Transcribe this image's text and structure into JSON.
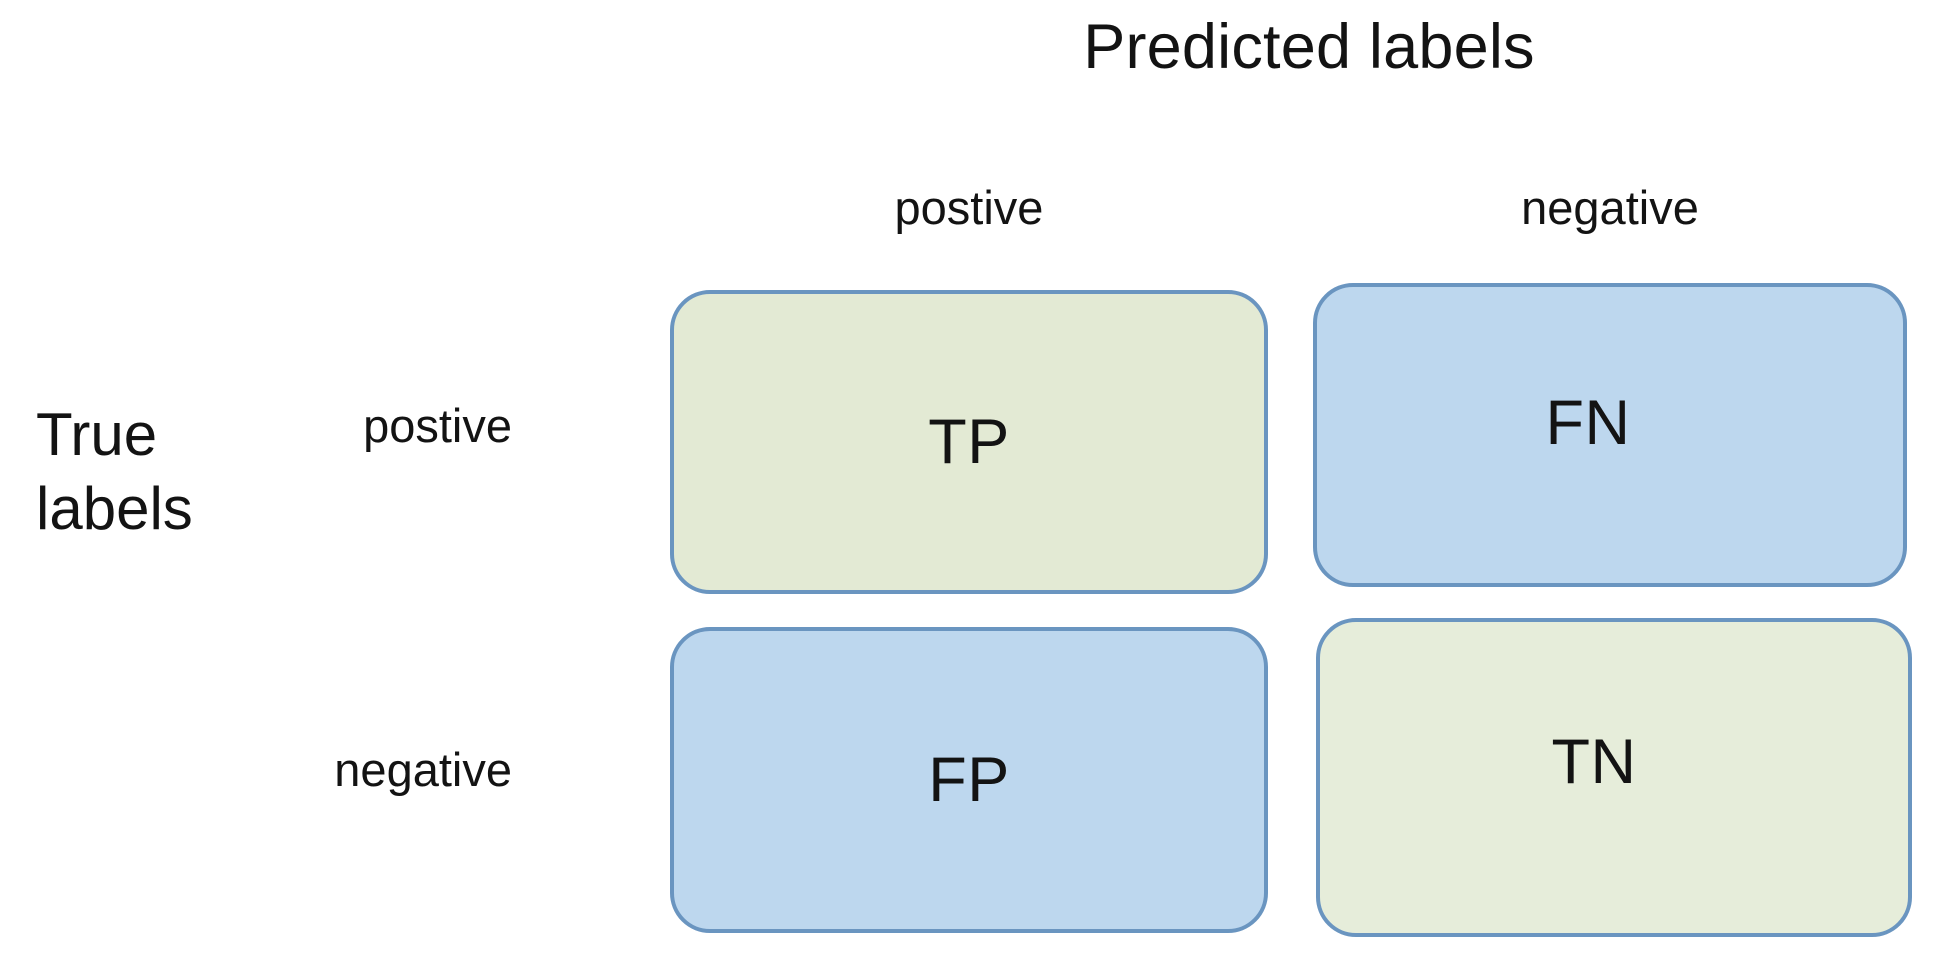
{
  "diagram": {
    "kind": "confusion-matrix",
    "predicted_axis_title": "Predicted labels",
    "true_axis_title_line1": "True",
    "true_axis_title_line2": "labels",
    "column_headers": [
      "postive",
      "negative"
    ],
    "row_headers": [
      "postive",
      "negative"
    ],
    "cells": [
      {
        "id": "tp",
        "label": "TP",
        "row": "postive",
        "column": "postive",
        "fill": "#e3ead4"
      },
      {
        "id": "fn",
        "label": "FN",
        "row": "postive",
        "column": "negative",
        "fill": "#bdd7ee"
      },
      {
        "id": "fp",
        "label": "FP",
        "row": "negative",
        "column": "postive",
        "fill": "#bdd7ee"
      },
      {
        "id": "tn",
        "label": "TN",
        "row": "negative",
        "column": "negative",
        "fill": "#e6edda"
      }
    ],
    "colors": {
      "background": "#ffffff",
      "text": "#131313",
      "cell_border": "#6a95c0",
      "cell_fill_green": "#e3ead4",
      "cell_fill_blue": "#bdd7ee"
    }
  }
}
